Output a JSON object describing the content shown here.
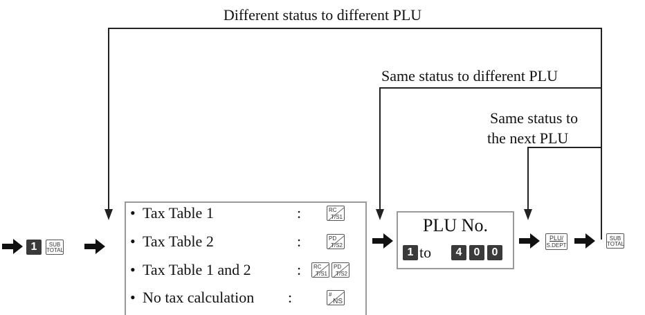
{
  "labels": {
    "different_status_different_plu": "Different status to different PLU",
    "same_status_different_plu": "Same status to different PLU",
    "same_status_next_plu_line1": "Same status to",
    "same_status_next_plu_line2": "the next PLU"
  },
  "start": {
    "numkey": "1",
    "subtotal_key": {
      "top": "SUB",
      "bottom": "TOTAL"
    }
  },
  "tax_options": [
    {
      "label": "Tax Table 1",
      "colon": ":",
      "keys": "RC / T/S1"
    },
    {
      "label": "Tax Table 2",
      "colon": ":",
      "keys": "PD / T/S2"
    },
    {
      "label": "Tax Table 1 and 2",
      "colon": ":",
      "keys": "RC / T/S1 + PD / T/S2"
    },
    {
      "label": "No tax calculation",
      "colon": ":",
      "keys": "# / NS"
    }
  ],
  "key_caps": {
    "rc": "RC",
    "ts1": "T/S1",
    "pd": "PD",
    "ts2": "T/S2",
    "hash": "#",
    "ns": "NS"
  },
  "plu": {
    "title": "PLU No.",
    "from_key": "1",
    "to_word": "to",
    "to_keys": [
      "4",
      "0",
      "0"
    ]
  },
  "plu_dept_key": {
    "top": "PLU/",
    "bottom": "S.DEPT"
  },
  "end_subtotal_key": {
    "top": "SUB",
    "bottom": "TOTAL"
  },
  "colors": {
    "line": "#222222",
    "box_border": "#999999",
    "numkey_bg": "#3a3a3a"
  }
}
